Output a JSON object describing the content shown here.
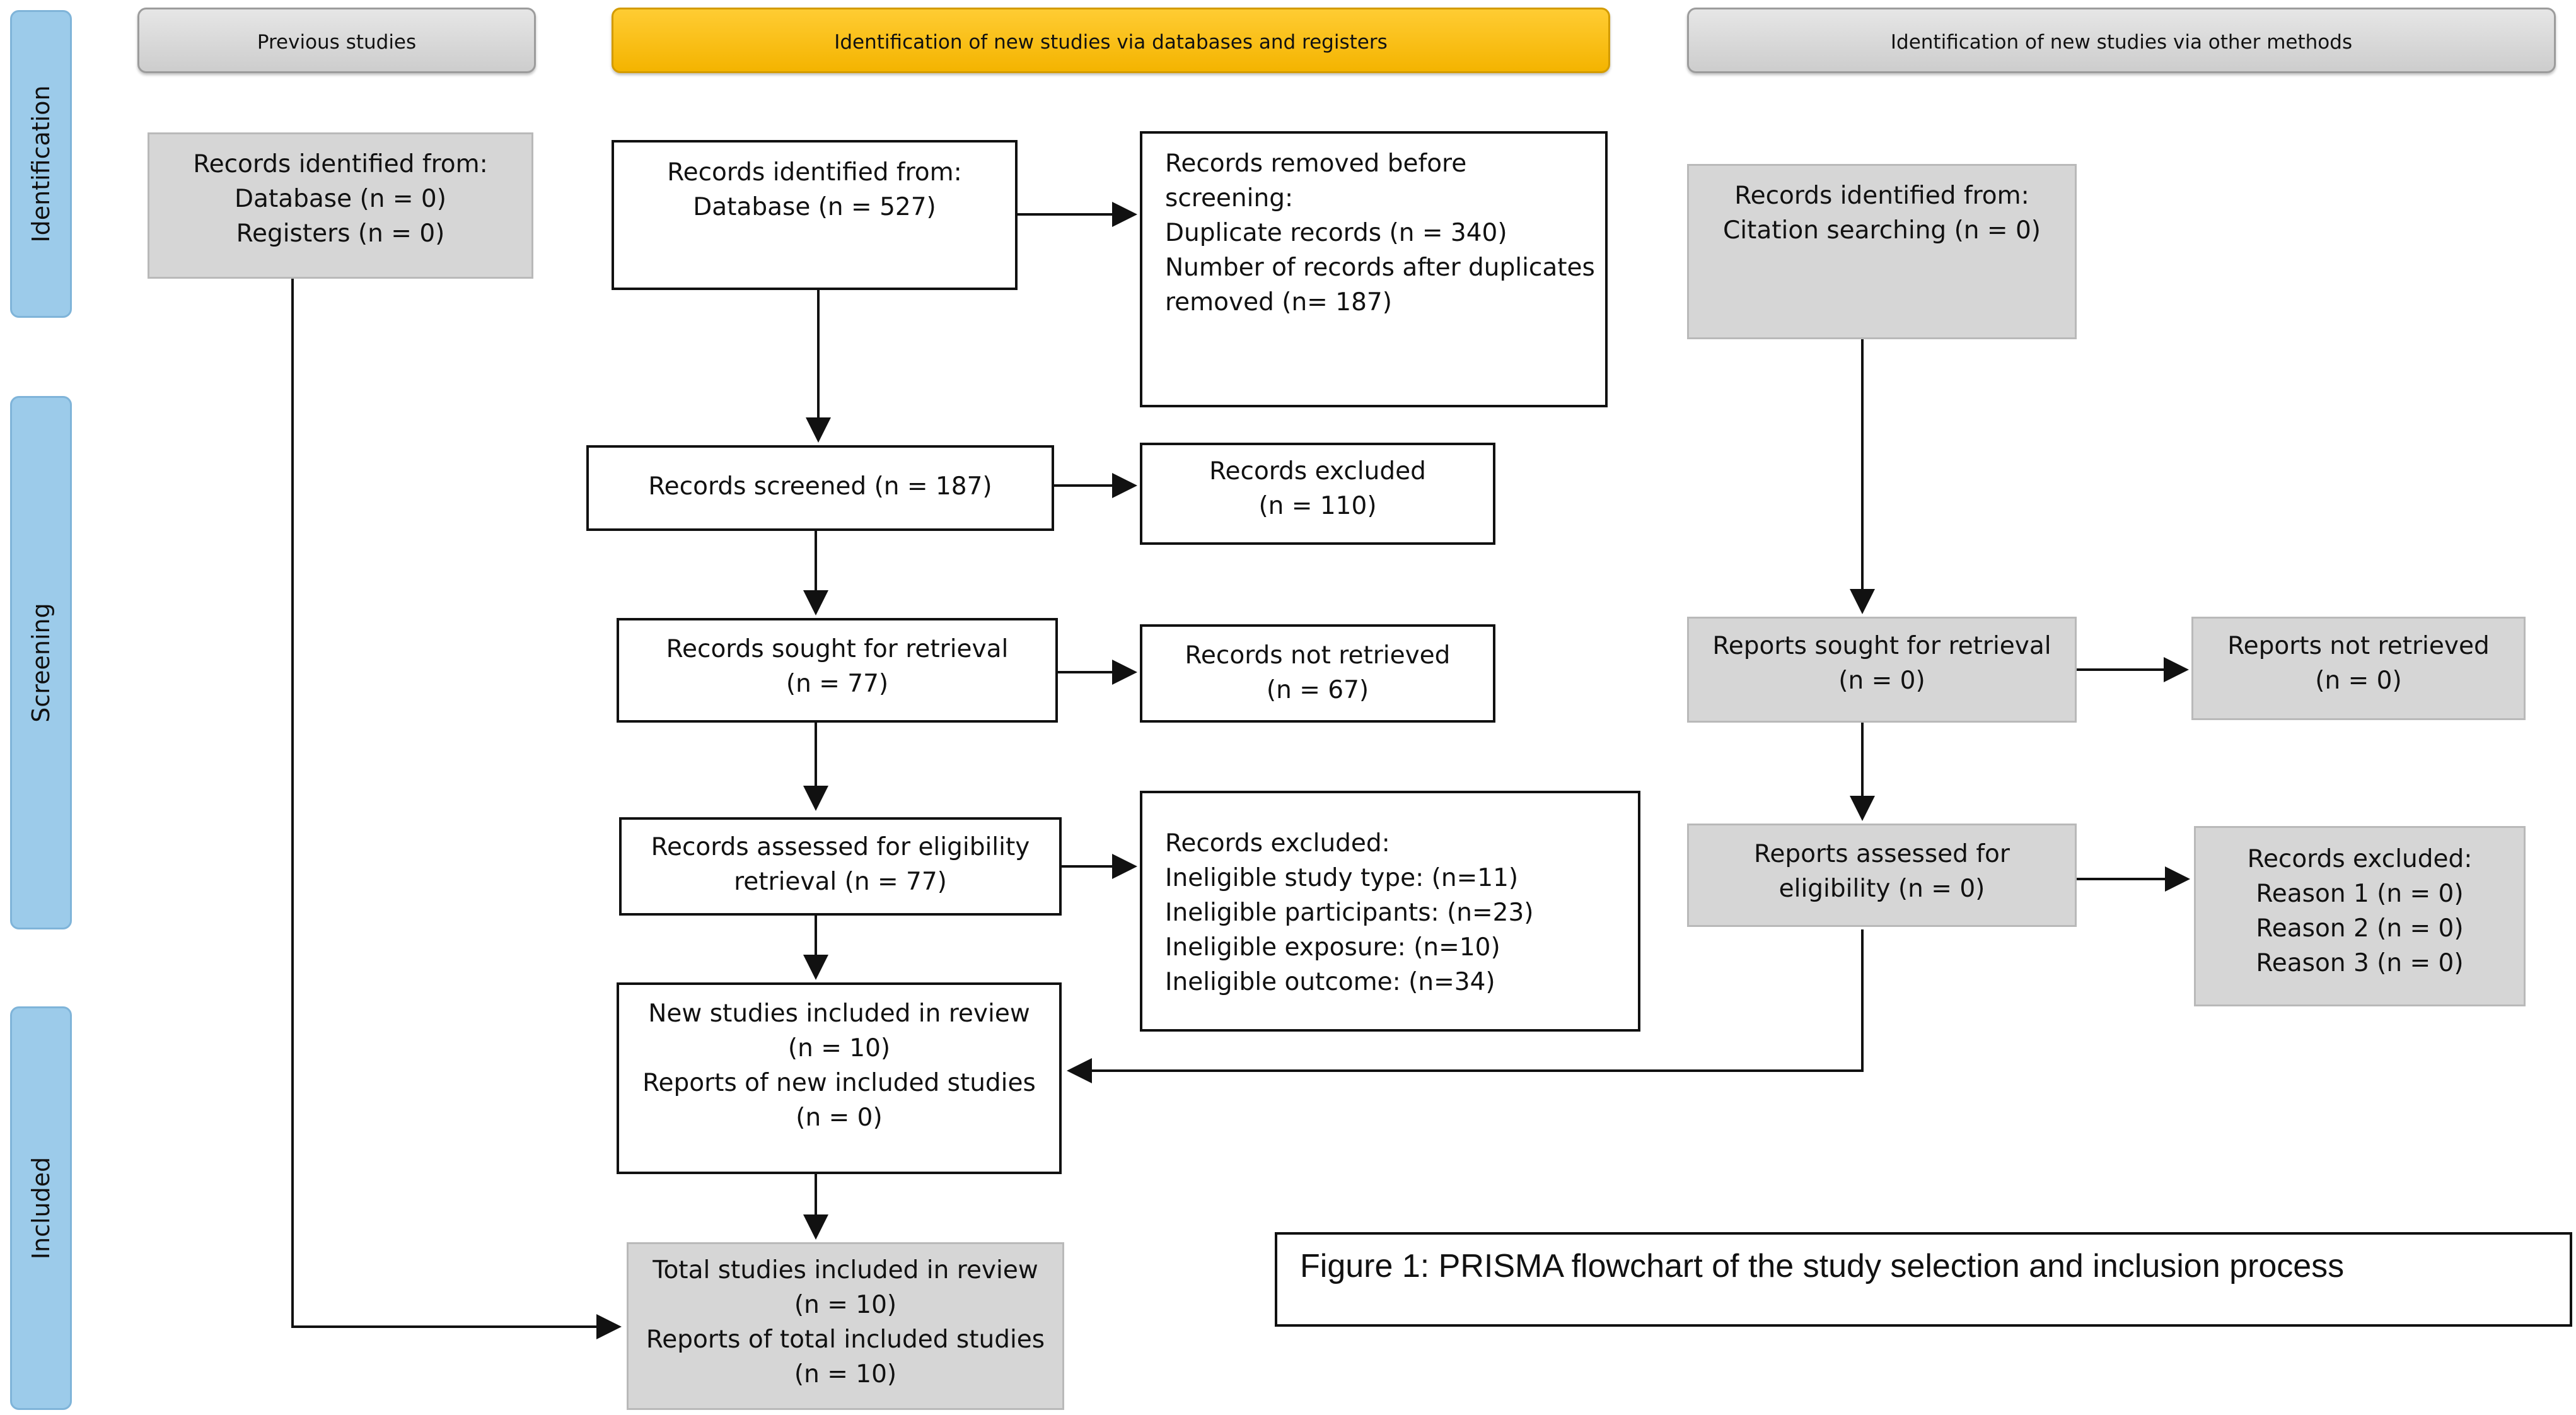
{
  "headers": {
    "previous": "Previous studies",
    "databases": "Identification of new studies via databases and registers",
    "other": "Identification of new studies via other methods"
  },
  "stages": {
    "identification": "Identification",
    "screening": "Screening",
    "included": "Included"
  },
  "previous": {
    "records_identified": [
      "Records identified from:",
      "Database (n = 0)",
      "Registers (n = 0)"
    ]
  },
  "databases": {
    "records_identified": [
      "Records identified from:",
      "Database (n = 527)"
    ],
    "removed": [
      "Records removed before",
      "screening:",
      "Duplicate records (n = 340)",
      "Number of records after duplicates",
      "removed (n= 187)"
    ],
    "screened": [
      "Records screened (n = 187)"
    ],
    "excluded": [
      "Records excluded",
      "(n = 110)"
    ],
    "sought": [
      "Records sought for retrieval",
      "(n = 77)"
    ],
    "not_retrieved": [
      "Records not retrieved",
      "(n = 67)"
    ],
    "assessed": [
      "Records assessed for eligibility",
      "retrieval (n = 77)"
    ],
    "excluded_reasons": [
      "Records excluded:",
      "Ineligible study type: (n=11)",
      "Ineligible participants: (n=23)",
      "Ineligible exposure: (n=10)",
      "Ineligible outcome: (n=34)"
    ],
    "new_included": [
      "New studies included in review",
      "(n = 10)",
      "Reports of new included studies",
      "(n = 0)"
    ],
    "total_included": [
      "Total studies included in review",
      "(n = 10)",
      "Reports of total included studies",
      "(n = 10)"
    ]
  },
  "other": {
    "records_identified": [
      "Records identified from:",
      "Citation searching (n = 0)"
    ],
    "sought": [
      "Reports sought for retrieval",
      "(n = 0)"
    ],
    "not_retrieved": [
      "Reports not retrieved",
      "(n = 0)"
    ],
    "assessed": [
      "Reports assessed for",
      "eligibility (n = 0)"
    ],
    "excluded": [
      "Records excluded:",
      "Reason 1 (n = 0)",
      "Reason 2 (n = 0)",
      "Reason 3 (n = 0)"
    ]
  },
  "caption": "Figure 1: PRISMA flowchart of the study selection and inclusion process"
}
